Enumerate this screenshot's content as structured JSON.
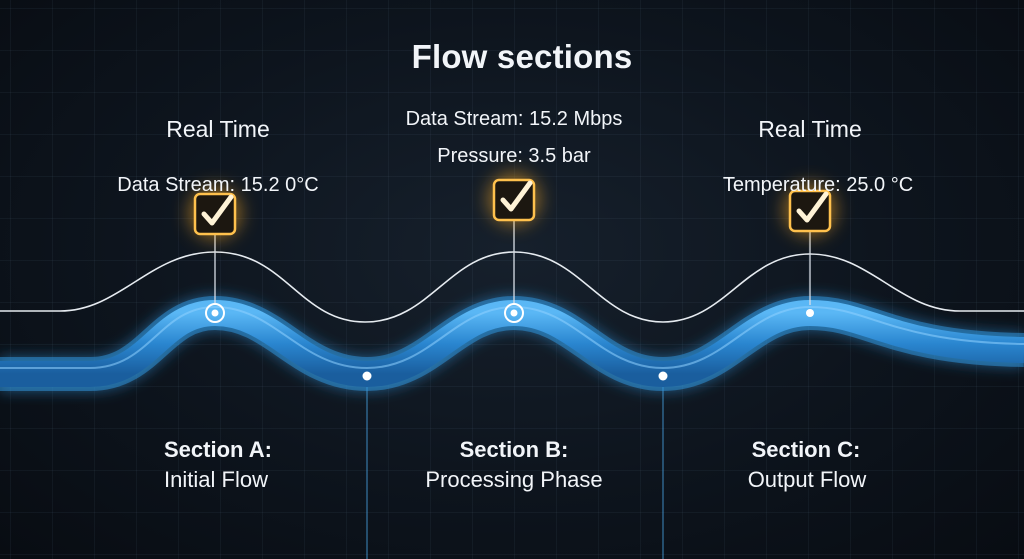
{
  "title": "Flow sections",
  "colors": {
    "background": "#0b1119",
    "flow_band": "#2f8fd6",
    "flow_glow": "#3aa0ff",
    "sensor_line": "#e6ebf0",
    "check_icon": "#f5a623"
  },
  "markers": [
    {
      "header": "Real Time",
      "readings": [
        "Data Stream: 15.2 0°C"
      ],
      "icon": "checkbox-checked-icon"
    },
    {
      "header": "",
      "readings": [
        "Data Stream: 15.2 Mbps",
        "Pressure: 3.5 bar"
      ],
      "icon": "checkbox-checked-icon"
    },
    {
      "header": "Real Time",
      "readings": [
        "Temperature: 25.0 °C"
      ],
      "icon": "checkbox-checked-icon"
    }
  ],
  "sections": [
    {
      "title": "Section A:",
      "subtitle": "Initial Flow"
    },
    {
      "title": "Section B:",
      "subtitle": "Processing Phase"
    },
    {
      "title": "Section C:",
      "subtitle": "Output Flow"
    }
  ]
}
